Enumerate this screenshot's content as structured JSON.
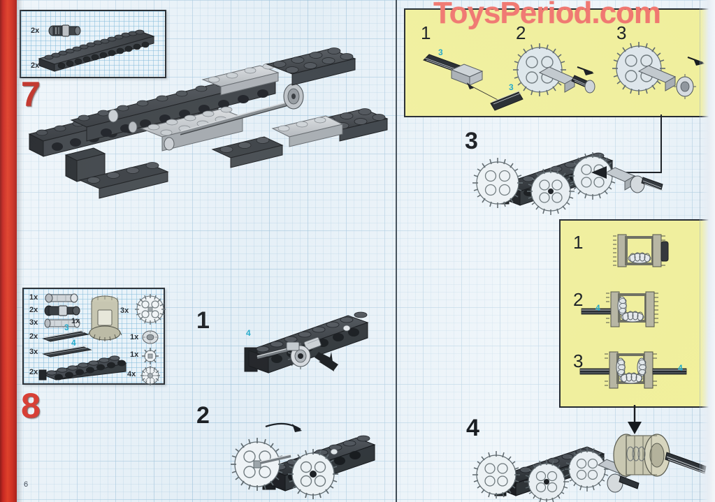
{
  "document": {
    "type": "lego-instruction-manual-page",
    "page_number": "6",
    "watermark": "ToysPeriod.com",
    "watermark_color": "#f2736b",
    "background_color": "#e6f0f7",
    "spine_color": "#c6211a",
    "callout_box_color": "#f2f09a",
    "step_number_color": "#d8352a",
    "label_color": "#19a6c8"
  },
  "steps": {
    "step7": {
      "number": "7",
      "parts": [
        {
          "qty": "2x",
          "part": "axle-connector-pin"
        },
        {
          "qty": "2x",
          "part": "technic-beam-16-black"
        }
      ]
    },
    "step8": {
      "number": "8",
      "parts_left": [
        {
          "qty": "1x",
          "part": "bushing-light-gray"
        },
        {
          "qty": "2x",
          "part": "axle-joiner-black"
        },
        {
          "qty": "3x",
          "part": "axle-connector-gray"
        },
        {
          "qty": "2x",
          "part": "axle-3-black",
          "label": "3"
        },
        {
          "qty": "3x",
          "part": "axle-4-black",
          "label": "4"
        },
        {
          "qty": "2x",
          "part": "technic-beam-8-black"
        }
      ],
      "parts_right": [
        {
          "qty": "1x",
          "part": "differential-housing"
        },
        {
          "qty": "3x",
          "part": "gear-24-tooth"
        },
        {
          "qty": "1x",
          "part": "bushing-small"
        },
        {
          "qty": "1x",
          "part": "gear-8-tooth"
        },
        {
          "qty": "4x",
          "part": "gear-16-tooth"
        }
      ]
    }
  },
  "substeps": {
    "left_column": [
      {
        "number": "1",
        "labels": [
          "4"
        ],
        "note": "axle with gear into beam"
      },
      {
        "number": "2",
        "labels": [],
        "note": "add two 24-tooth gears"
      }
    ],
    "right_column": [
      {
        "number": "3",
        "labels": [],
        "note": "gear train on beam with axle"
      },
      {
        "number": "4",
        "labels": [],
        "note": "attach differential assembly"
      }
    ]
  },
  "callouts": {
    "top_assembly": {
      "title": "axle and gear sub-assembly",
      "substeps": [
        {
          "number": "1",
          "labels": [
            "3",
            "3"
          ]
        },
        {
          "number": "2",
          "labels": []
        },
        {
          "number": "3",
          "labels": []
        }
      ]
    },
    "differential_assembly": {
      "title": "differential build",
      "substeps": [
        {
          "number": "1",
          "labels": []
        },
        {
          "number": "2",
          "labels": [
            "4"
          ]
        },
        {
          "number": "3",
          "labels": [
            "4"
          ]
        }
      ]
    }
  }
}
